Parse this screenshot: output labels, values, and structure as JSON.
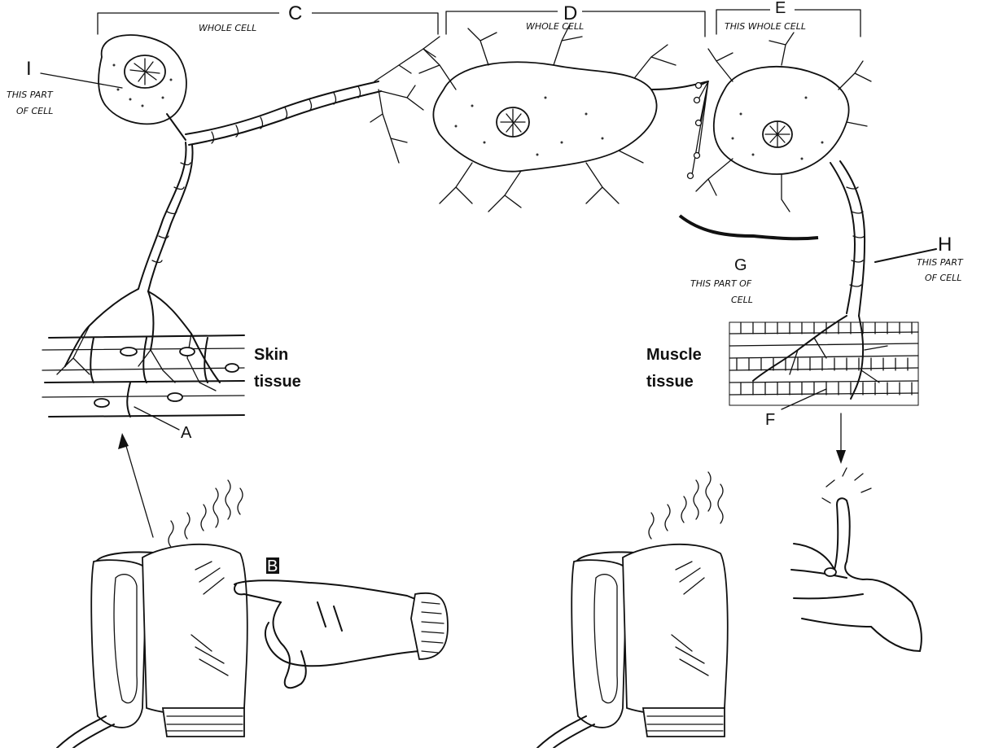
{
  "labels": {
    "C": "C",
    "C_note": "WHOLE CELL",
    "D": "D",
    "D_note": "WHOLE CELL",
    "E": "E",
    "E_note": "THIS WHOLE CELL",
    "I": "I",
    "I_note_1": "THIS PART",
    "I_note_2": "OF CELL",
    "G": "G",
    "G_note_1": "THIS PART OF",
    "G_note_2": "CELL",
    "H": "H",
    "H_note_1": "THIS PART",
    "H_note_2": "OF CELL",
    "A": "A",
    "F": "F",
    "B": "B"
  },
  "tissues": {
    "skin_1": "Skin",
    "skin_2": "tissue",
    "muscle_1": "Muscle",
    "muscle_2": "tissue"
  }
}
